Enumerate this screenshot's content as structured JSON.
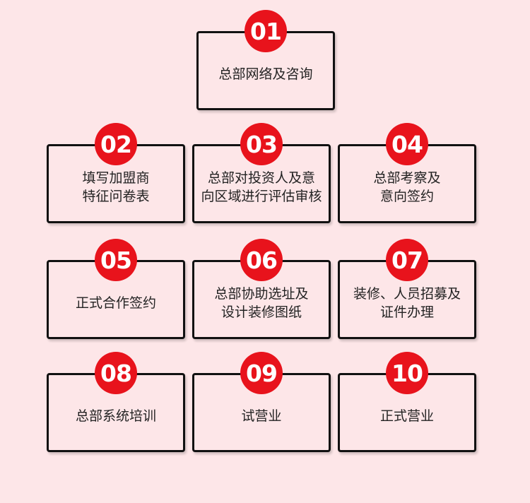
{
  "steps": [
    {
      "num": "01",
      "text": "总部网络及咨询"
    },
    {
      "num": "02",
      "text": "填写加盟商\n特征问卷表"
    },
    {
      "num": "03",
      "text": "总部对投资人及意\n向区域进行评估审核"
    },
    {
      "num": "04",
      "text": "总部考察及\n意向签约"
    },
    {
      "num": "05",
      "text": "正式合作签约"
    },
    {
      "num": "06",
      "text": "总部协助选址及\n设计装修图纸"
    },
    {
      "num": "07",
      "text": "装修、人员招募及\n证件办理"
    },
    {
      "num": "08",
      "text": "总部系统培训"
    },
    {
      "num": "09",
      "text": "试营业"
    },
    {
      "num": "10",
      "text": "正式营业"
    }
  ]
}
